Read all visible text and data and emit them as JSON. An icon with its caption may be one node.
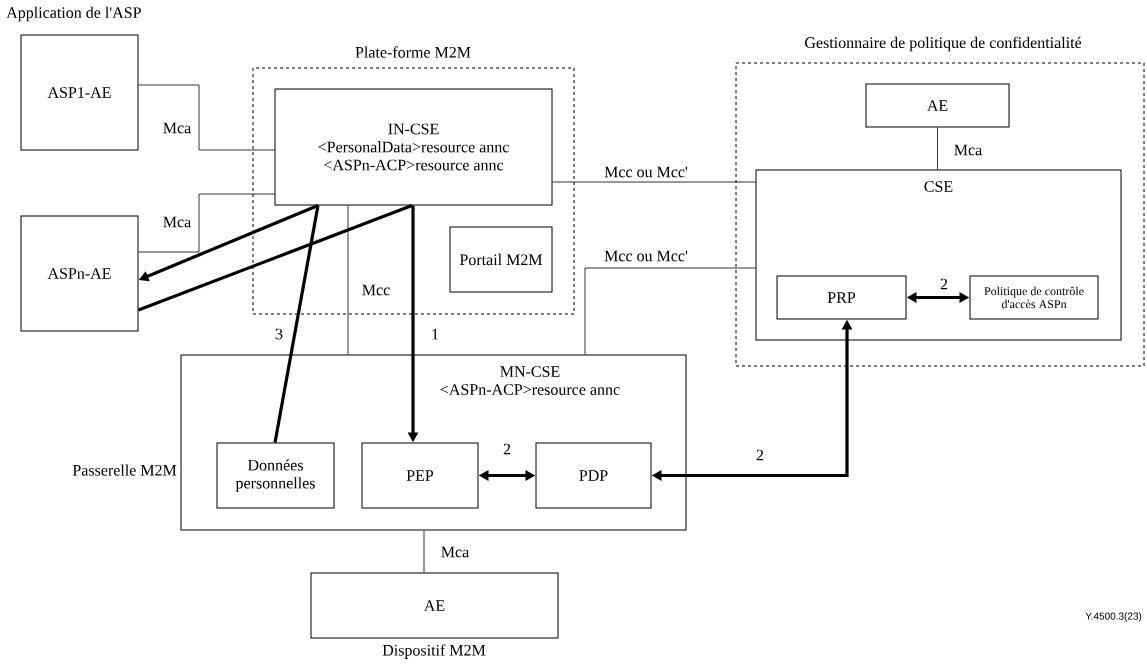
{
  "diagram": {
    "nodes": [
      {
        "text": [
          "ASP1-AE"
        ],
        "beside": [
          "Application de l'ASP"
        ]
      },
      {
        "text": [
          "ASPn-AE"
        ]
      },
      {
        "text": [
          "Plate-forme M2M"
        ]
      },
      {
        "text": [
          "IN-CSE",
          "<PersonalData>resource annc",
          "<ASPn-ACP>resource annc"
        ],
        "in": 2
      },
      {
        "text": [
          "Portail M2M"
        ],
        "in": 2
      },
      {
        "text": [
          "Gestionnaire de politique de confidentialité"
        ]
      },
      {
        "text": [
          "AE"
        ],
        "in": 5
      },
      {
        "text": [
          "CSE"
        ],
        "in": 5
      },
      {
        "text": [
          "PRP"
        ],
        "in": 7
      },
      {
        "text": [
          "Politique de contrôle d'accès ASPn"
        ],
        "in": 7
      },
      {
        "text": [
          "MN-CSE",
          "<ASPn-ACP>resource annc"
        ],
        "beside": [
          "Passerelle M2M"
        ]
      },
      {
        "text": [
          "Données personnelles"
        ],
        "in": 10
      },
      {
        "text": [
          "PEP"
        ],
        "in": 10
      },
      {
        "text": [
          "PDP"
        ],
        "in": 10
      },
      {
        "text": [
          "AE"
        ],
        "beside": [
          "Dispositif M2M"
        ]
      }
    ],
    "edges": [
      {
        "from": 0,
        "to": 3,
        "arrow": "none",
        "label": "Mca"
      },
      {
        "from": 1,
        "to": 3,
        "arrow": "none",
        "label": "Mca"
      },
      {
        "from": 3,
        "to": 1,
        "arrow": "to",
        "style": "thick"
      },
      {
        "from": 1,
        "to": 3,
        "arrow": "none",
        "style": "thick"
      },
      {
        "from": 3,
        "to": 11,
        "arrow": "none",
        "style": "thick",
        "label": "3"
      },
      {
        "from": 3,
        "to": 10,
        "arrow": "none",
        "label": "Mcc"
      },
      {
        "from": 3,
        "to": 12,
        "arrow": "to",
        "style": "thick",
        "label": "1"
      },
      {
        "from": 3,
        "to": 7,
        "arrow": "none",
        "label": "Mcc ou Mcc'"
      },
      {
        "from": 10,
        "to": 7,
        "arrow": "none",
        "label": "Mcc ou Mcc'"
      },
      {
        "from": 6,
        "to": 7,
        "arrow": "none",
        "label": "Mca"
      },
      {
        "from": 12,
        "to": 13,
        "arrow": "both",
        "style": "thick",
        "label": "2"
      },
      {
        "from": 8,
        "to": 9,
        "arrow": "both",
        "style": "thick",
        "label": "2"
      },
      {
        "from": 13,
        "to": 8,
        "arrow": "both",
        "style": "thick",
        "label": "2"
      },
      {
        "from": 10,
        "to": 14,
        "arrow": "none",
        "label": "Mca"
      }
    ],
    "labels": [
      "Y.4500.3(23)"
    ]
  }
}
